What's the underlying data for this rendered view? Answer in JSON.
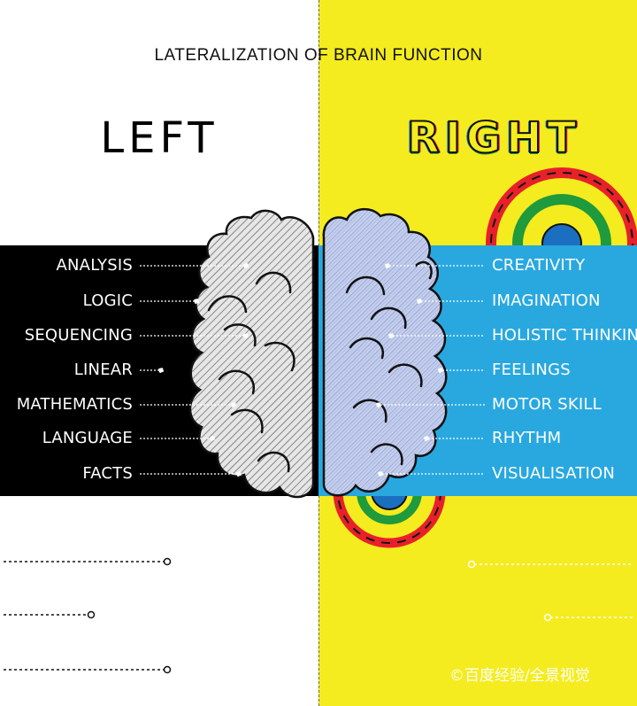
{
  "title": "LATERALIZATION OF BRAIN FUNCTION",
  "left": {
    "heading": "LEFT",
    "items": [
      "ANALYSIS",
      "LOGIC",
      "SEQUENCING",
      "LINEAR",
      "MATHEMATICS",
      "LANGUAGE",
      "FACTS"
    ]
  },
  "right": {
    "heading": "RIGHT",
    "items": [
      "CREATIVITY",
      "IMAGINATION",
      "HOLISTIC THINKING",
      "FEELINGS",
      "MOTOR SKILL",
      "RHYTHM",
      "VISUALISATION"
    ]
  },
  "watermark": "©百度经验/全景视觉",
  "colors": {
    "left_bg": "#ffffff",
    "right_bg": "#f4ec1e",
    "left_band": "#000000",
    "right_band": "#29a8e0",
    "rainbow_red": "#e8202a",
    "rainbow_green": "#1f9a3c",
    "rainbow_blue": "#1b6fc0",
    "rainbow_yellow": "#f4ec1e",
    "left_brain": "#d9d9d9",
    "right_brain": "#b9c9ea"
  }
}
